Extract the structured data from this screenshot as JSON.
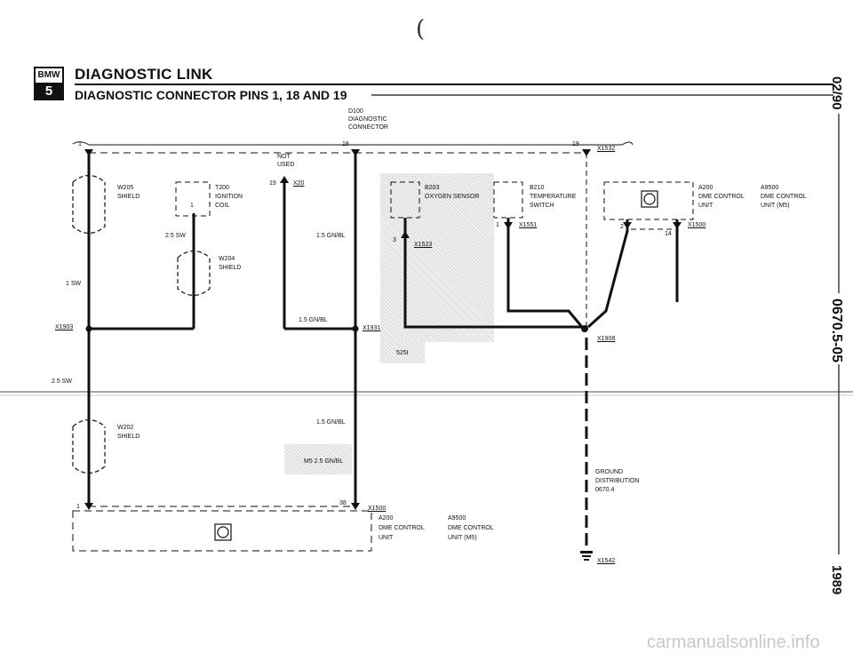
{
  "header": {
    "logo_brand": "BMW",
    "logo_series": "5",
    "title": "DIAGNOSTIC LINK",
    "subtitle": "DIAGNOSTIC CONNECTOR PINS 1, 18 AND 19",
    "stray_mark": "("
  },
  "margin": {
    "page_code": "0670.5-05",
    "top_code": "02/90",
    "year": "1989"
  },
  "diagram": {
    "connector": {
      "name": "D100",
      "line1": "DIAGNOSTIC",
      "line2": "CONNECTOR"
    },
    "pins": {
      "p1": "1",
      "p18": "18",
      "p19": "19",
      "p19b": "19",
      "p1b": "1",
      "p2": "2",
      "p3": "3",
      "p14": "14",
      "p38": "38",
      "p1c": "1"
    },
    "not_used": {
      "line1": "NOT",
      "line2": "USED"
    },
    "connectors": {
      "x1532": "X1532",
      "x20": "X20",
      "x1523": "X1523",
      "x1551": "X1551",
      "x1500a": "X1500",
      "x1903": "X1903",
      "x1931": "X1931",
      "x1908": "X1908",
      "x1500b": "X1500",
      "x1542": "X1542"
    },
    "components": {
      "w205": {
        "code": "W205",
        "desc": "SHIELD"
      },
      "t200": {
        "code": "T200",
        "desc1": "IGNITION",
        "desc2": "COIL"
      },
      "w204": {
        "code": "W204",
        "desc": "SHIELD"
      },
      "w202": {
        "code": "W202",
        "desc": "SHIELD"
      },
      "b203": {
        "code": "B203",
        "desc": "OXYGEN SENSOR"
      },
      "b210": {
        "code": "B210",
        "desc1": "TEMPERATURE",
        "desc2": "SWITCH"
      },
      "a200_top": {
        "code": "A200",
        "desc1": "DME CONTROL",
        "desc2": "UNIT"
      },
      "a9500_top": {
        "code": "A9500",
        "desc1": "DME CONTROL",
        "desc2": "UNIT (M5)"
      },
      "a200_bot": {
        "code": "A200",
        "desc1": "DME CONTROL",
        "desc2": "UNIT"
      },
      "a9500_bot": {
        "code": "A9500",
        "desc1": "DME CONTROL",
        "desc2": "UNIT (M5)"
      },
      "ground": {
        "line1": "GROUND",
        "line2": "DISTRIBUTION",
        "line3": "0670.4"
      }
    },
    "wires": {
      "sw1": "1 SW",
      "sw25a": "2.5 SW",
      "sw25b": "2.5 SW",
      "gnbl1": "1.5 GN/BL",
      "gnbl2": "1.5 GN/BL",
      "gnbl3": "1.5 GN/BL",
      "m5": "M5 2.5 GN/BL",
      "s25": "525I"
    }
  },
  "watermark": "carmanualsonline.info"
}
